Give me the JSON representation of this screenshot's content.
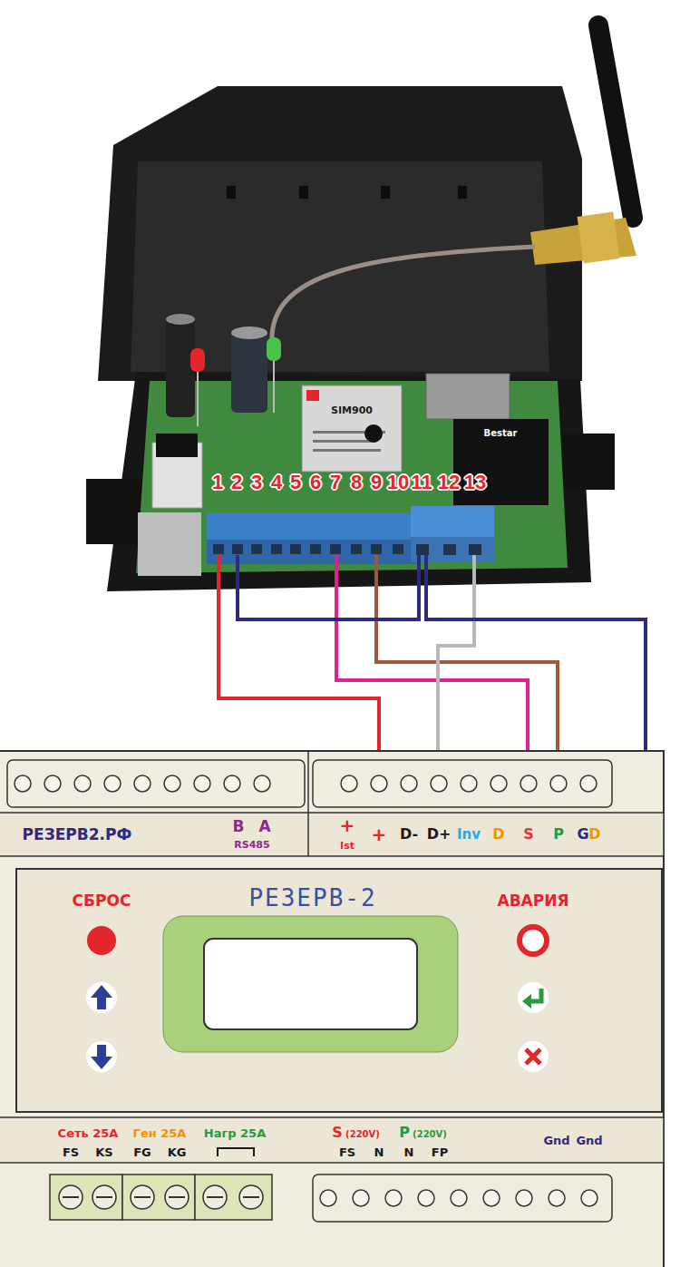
{
  "diagram": {
    "nodes": [
      {
        "text": [
          "РЕЗЕРВ2.РФ",
          "B",
          "A",
          "RS485",
          "+",
          "Ist",
          "+",
          "D-",
          "D+",
          "Inv",
          "D",
          "S",
          "P",
          "G",
          "D"
        ]
      },
      {
        "text": [
          "СБРОС",
          "РЕЗЕРВ-2",
          "АВАРИЯ"
        ]
      },
      {
        "text": [
          "Сеть 25A",
          "FS",
          "KS",
          "Ген 25A",
          "FG",
          "KG",
          "Нагр 25A",
          "S",
          "(220V)",
          "FS",
          "N",
          "P",
          "(220V)",
          "N",
          "FP",
          "Gnd",
          "Gnd"
        ]
      }
    ],
    "labels": [
      "1",
      "2",
      "3",
      "4",
      "5",
      "6",
      "7",
      "8",
      "9",
      "10",
      "11",
      "12",
      "13",
      "SIM900",
      "Bestar"
    ]
  }
}
